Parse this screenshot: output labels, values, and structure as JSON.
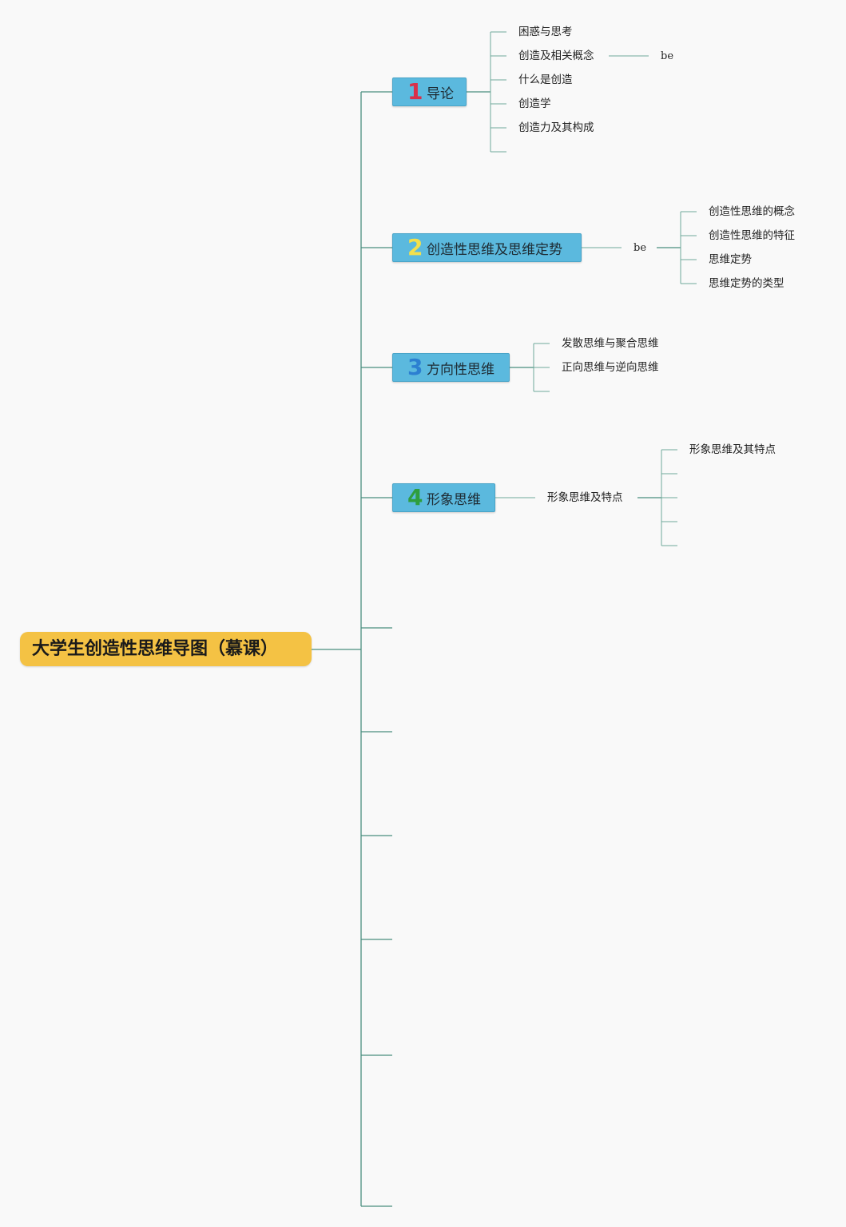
{
  "root": {
    "title": "大学生创造性思维导图（慕课）"
  },
  "topics": [
    {
      "number": "1",
      "number_color": "#d9304a",
      "label": "导论",
      "children": [
        "困惑与思考",
        "创造及相关概念",
        "什么是创造",
        "创造学",
        "创造力及其构成"
      ],
      "connector_label": "be"
    },
    {
      "number": "2",
      "number_color": "#f4e04d",
      "label": "创造性思维及思维定势",
      "connector_label": "be",
      "children": [
        "创造性思维的概念",
        "创造性思维的特征",
        "思维定势",
        "思维定势的类型"
      ]
    },
    {
      "number": "3",
      "number_color": "#2c7fd1",
      "label": "方向性思维",
      "children": [
        "发散思维与聚合思维",
        "正向思维与逆向思维"
      ]
    },
    {
      "number": "4",
      "number_color": "#2e9e3e",
      "label": "形象思维",
      "connector_label": "形象思维及特点",
      "children": [
        "形象思维及其特点"
      ]
    }
  ],
  "colors": {
    "root": "#f4c244",
    "topic": "#5bb9de",
    "line": "#4a8f7f",
    "background": "#f9f9f9"
  }
}
